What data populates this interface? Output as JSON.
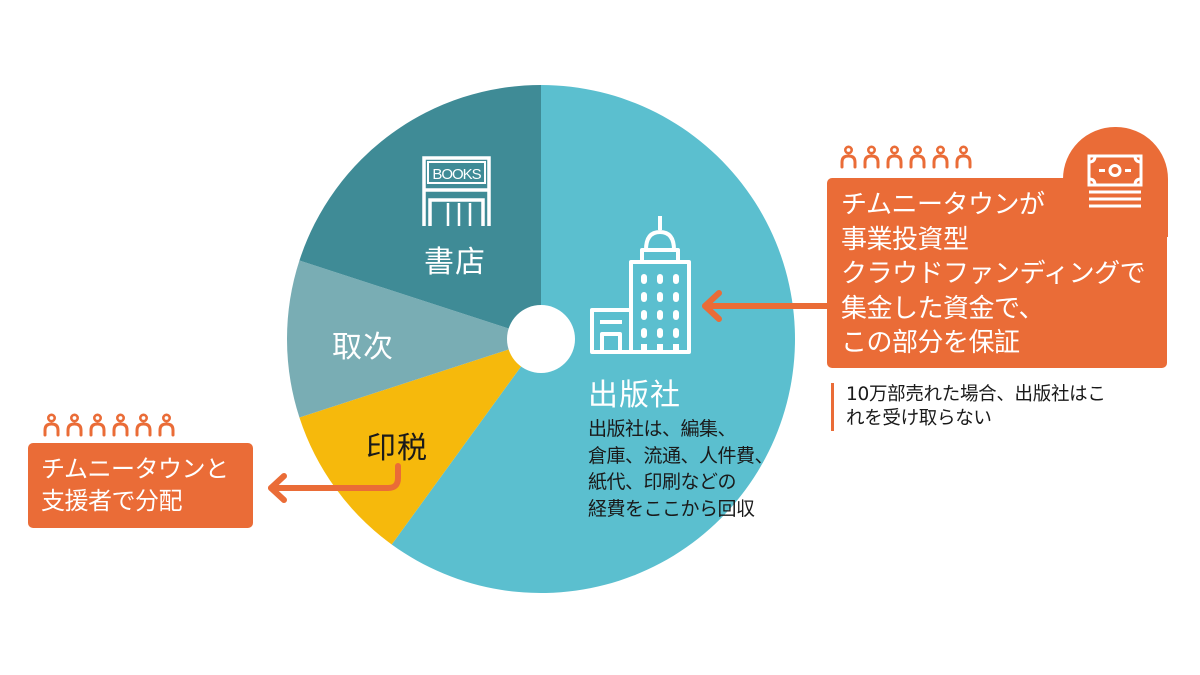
{
  "chart_data": {
    "type": "pie",
    "title": "",
    "donut_hole": true,
    "categories": [
      "出版社",
      "印税",
      "取次",
      "書店"
    ],
    "values": [
      60,
      10,
      10,
      20
    ],
    "colors": [
      "#5bbfcf",
      "#f6b90c",
      "#79adb4",
      "#3f8b96"
    ],
    "start_angle_deg": 0,
    "direction": "clockwise",
    "legend": "none (labels inside slices)"
  },
  "colors": {
    "publisher": "#5bbfcf",
    "royalty": "#f6b90c",
    "distributor": "#79adb4",
    "bookstore": "#3f8b96",
    "accent_orange": "#ea6c37"
  },
  "slices": {
    "publisher": {
      "label": "出版社",
      "description": "出版社は、編集、\n倉庫、流通、人件費、\n紙代、印刷などの\n経費をここから回収",
      "icon": "office-building-icon"
    },
    "royalty": {
      "label": "印税"
    },
    "distributor": {
      "label": "取次"
    },
    "bookstore": {
      "label": "書店",
      "icon": "bookstore-icon",
      "icon_text": "BOOKS"
    }
  },
  "callouts": {
    "right": {
      "text": "チムニータウンが\n事業投資型\nクラウドファンディングで\n集金した資金で、\nこの部分を保証",
      "icon": "money-stack-icon",
      "people_count": 6,
      "note": "10万部売れた場合、出版社はこ\nれを受け取らない"
    },
    "left": {
      "text": "チムニータウンと\n支援者で分配",
      "people_count": 6
    }
  }
}
